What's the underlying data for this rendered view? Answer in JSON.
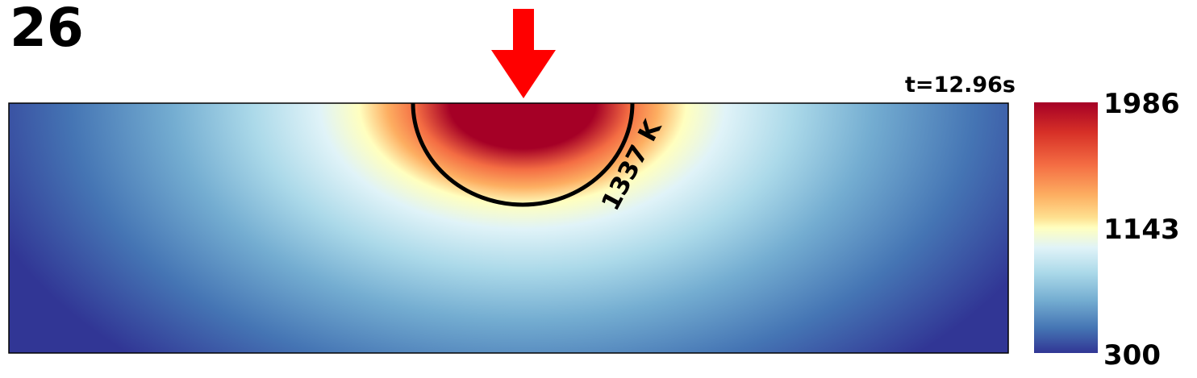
{
  "panel_label": "26",
  "time_label": "t=12.96s",
  "colors": {
    "arrow": "#ff0000",
    "colormap": "RdYlBu_r",
    "contour": "#000000",
    "frame": "#000000"
  },
  "chart_data": {
    "type": "heatmap",
    "title": "",
    "xlabel": "",
    "ylabel": "",
    "colormap": "RdYlBu_r",
    "colorbar": {
      "min": 300,
      "max": 1986,
      "ticks": [
        "1986",
        "1143",
        "300"
      ],
      "placement": "right"
    },
    "contour": {
      "level": 1337,
      "label": "1337 K"
    },
    "heat_source": {
      "marker": "down-arrow-icon",
      "position": "top-center"
    },
    "axes_visible": false
  }
}
